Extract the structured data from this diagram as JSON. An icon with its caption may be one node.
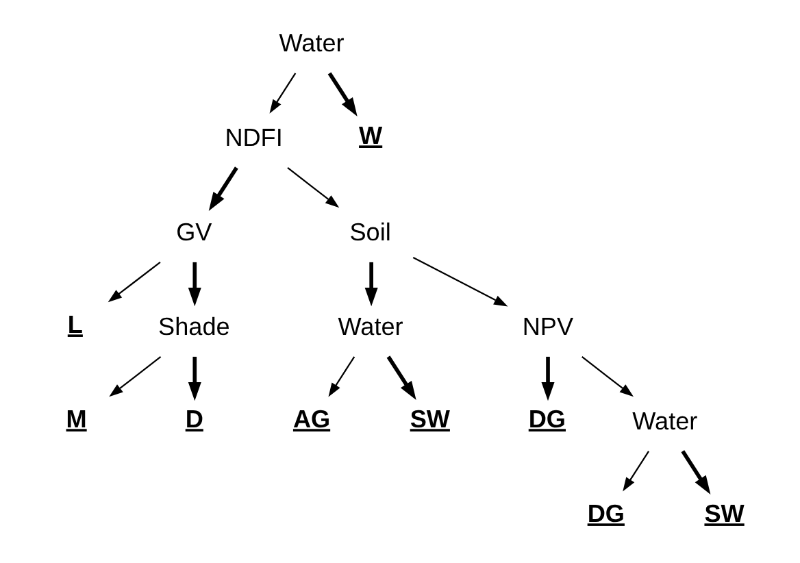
{
  "diagram": {
    "nodes": [
      {
        "text": [
          "Water"
        ]
      },
      {
        "text": [
          "NDFI"
        ]
      },
      {
        "text": [
          "W"
        ]
      },
      {
        "text": [
          "GV"
        ]
      },
      {
        "text": [
          "Soil"
        ]
      },
      {
        "text": [
          "L"
        ]
      },
      {
        "text": [
          "Shade"
        ]
      },
      {
        "text": [
          "M"
        ]
      },
      {
        "text": [
          "D"
        ]
      },
      {
        "text": [
          "Water"
        ]
      },
      {
        "text": [
          "NPV"
        ]
      },
      {
        "text": [
          "AG"
        ]
      },
      {
        "text": [
          "SW"
        ]
      },
      {
        "text": [
          "DG"
        ]
      },
      {
        "text": [
          "Water"
        ]
      },
      {
        "text": [
          "DG"
        ]
      },
      {
        "text": [
          "SW"
        ]
      }
    ],
    "edges": [
      {
        "from": 0,
        "to": 1,
        "arrow": "to"
      },
      {
        "from": 0,
        "to": 2,
        "arrow": "to",
        "style": "thick"
      },
      {
        "from": 1,
        "to": 3,
        "arrow": "to",
        "style": "thick"
      },
      {
        "from": 1,
        "to": 4,
        "arrow": "to"
      },
      {
        "from": 3,
        "to": 5,
        "arrow": "to"
      },
      {
        "from": 3,
        "to": 6,
        "arrow": "to",
        "style": "thick"
      },
      {
        "from": 6,
        "to": 7,
        "arrow": "to"
      },
      {
        "from": 6,
        "to": 8,
        "arrow": "to",
        "style": "thick"
      },
      {
        "from": 4,
        "to": 9,
        "arrow": "to",
        "style": "thick"
      },
      {
        "from": 4,
        "to": 10,
        "arrow": "to"
      },
      {
        "from": 9,
        "to": 11,
        "arrow": "to"
      },
      {
        "from": 9,
        "to": 12,
        "arrow": "to",
        "style": "thick"
      },
      {
        "from": 10,
        "to": 13,
        "arrow": "to",
        "style": "thick"
      },
      {
        "from": 10,
        "to": 14,
        "arrow": "to"
      },
      {
        "from": 14,
        "to": 15,
        "arrow": "to"
      },
      {
        "from": 14,
        "to": 16,
        "arrow": "to",
        "style": "thick"
      }
    ]
  }
}
